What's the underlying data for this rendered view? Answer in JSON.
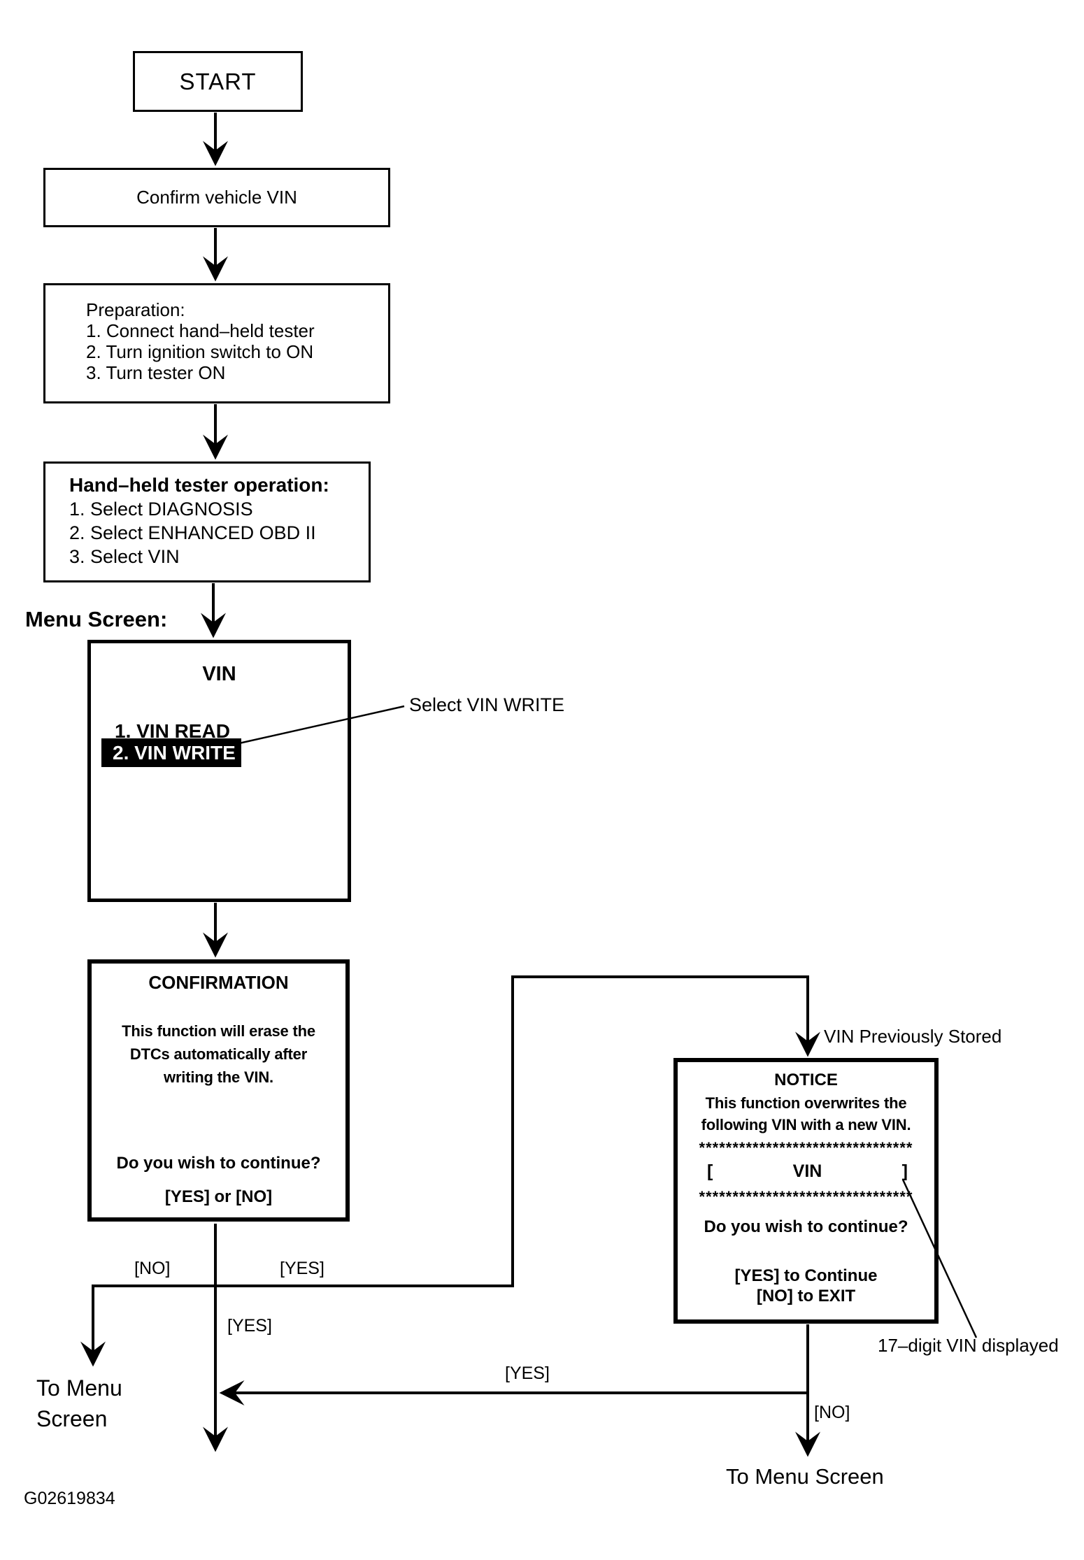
{
  "figure": {
    "code": "G02619834"
  },
  "boxes": {
    "start": {
      "label": "START"
    },
    "confirm_vin": {
      "label": "Confirm vehicle VIN"
    },
    "preparation": {
      "title": "Preparation:",
      "step1": "1. Connect hand–held tester",
      "step2": "2. Turn ignition switch to ON",
      "step3": "3. Turn tester ON"
    },
    "tester_operation": {
      "title": "Hand–held tester operation:",
      "step1": "1. Select DIAGNOSIS",
      "step2": "2. Select ENHANCED OBD II",
      "step3": "3. Select VIN"
    },
    "vin_menu": {
      "title": "VIN",
      "option_read": "1. VIN READ",
      "option_write": "2. VIN WRITE"
    },
    "confirmation": {
      "title": "CONFIRMATION",
      "line1": "This function will erase the",
      "line2": "DTCs automatically after",
      "line3": "writing the VIN.",
      "question": "Do you wish to continue?",
      "options": "[YES] or [NO]"
    },
    "notice": {
      "title": "NOTICE",
      "line1": "This function overwrites the",
      "line2": "following VIN with a new VIN.",
      "stars_top": "********************************",
      "bracket_open": "[",
      "vin_label": "VIN",
      "bracket_close": "]",
      "stars_bottom": "********************************",
      "question": "Do you wish to continue?",
      "option_yes": "[YES] to Continue",
      "option_no": "[NO] to EXIT"
    }
  },
  "labels": {
    "menu_screen": "Menu Screen:",
    "select_vin_write": "Select VIN WRITE",
    "vin_previously_stored": "VIN Previously Stored",
    "seventeen_digit_vin": "17–digit VIN displayed",
    "to_menu_line1": "To Menu",
    "to_menu_line2": "Screen",
    "to_menu_screen": "To Menu Screen"
  },
  "edges": {
    "confirmation_no": "[NO]",
    "confirmation_yes_right": "[YES]",
    "confirmation_yes_down": "[YES]",
    "notice_yes_return": "[YES]",
    "notice_no": "[NO]"
  }
}
